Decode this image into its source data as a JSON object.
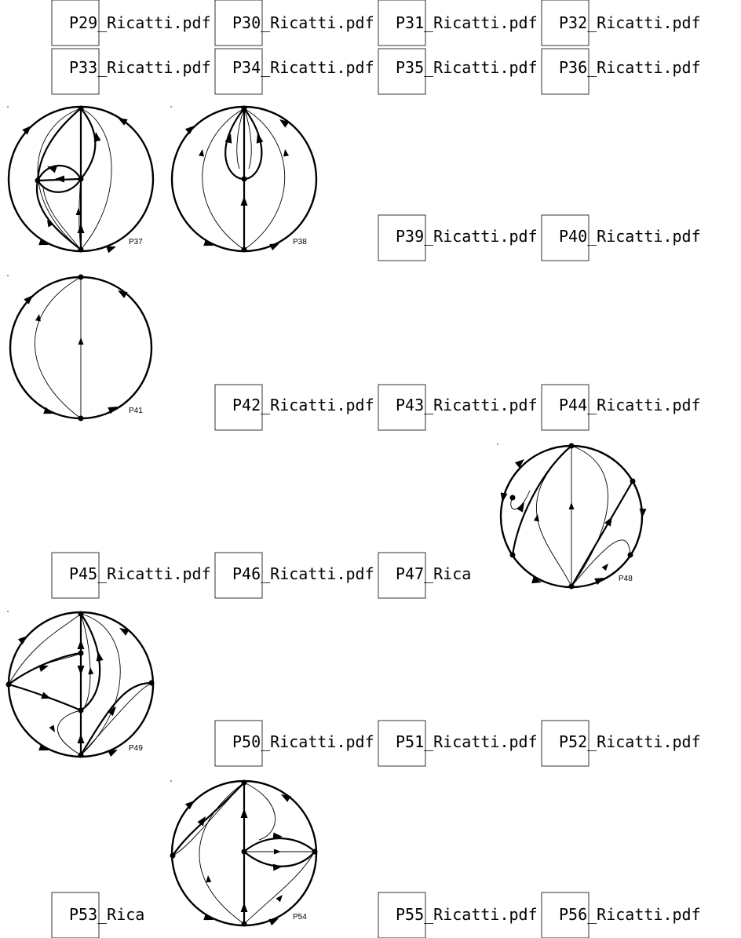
{
  "placeholders": [
    {
      "label": "P29_Ricatti.pdf"
    },
    {
      "label": "P30_Ricatti.pdf"
    },
    {
      "label": "P31_Ricatti.pdf"
    },
    {
      "label": "P32_Ricatti.pdf"
    },
    {
      "label": "P33_Ricatti.pdf"
    },
    {
      "label": "P34_Ricatti.pdf"
    },
    {
      "label": "P35_Ricatti.pdf"
    },
    {
      "label": "P36_Ricatti.pdf"
    },
    {
      "label": "P39_Ricatti.pdf"
    },
    {
      "label": "P40_Ricatti.pdf"
    },
    {
      "label": "P42_Ricatti.pdf"
    },
    {
      "label": "P43_Ricatti.pdf"
    },
    {
      "label": "P44_Ricatti.pdf"
    },
    {
      "label": "P45_Ricatti.pdf"
    },
    {
      "label": "P46_Ricatti.pdf"
    },
    {
      "label": "P47_Rica"
    },
    {
      "label": "P50_Ricatti.pdf"
    },
    {
      "label": "P51_Ricatti.pdf"
    },
    {
      "label": "P52_Ricatti.pdf"
    },
    {
      "label": "P53_Rica"
    },
    {
      "label": "P55_Ricatti.pdf"
    },
    {
      "label": "P56_Ricatti.pdf"
    }
  ],
  "panels": [
    {
      "label": "P37"
    },
    {
      "label": "P38"
    },
    {
      "label": "P41"
    },
    {
      "label": "P48"
    },
    {
      "label": "P49"
    },
    {
      "label": "P54"
    }
  ]
}
